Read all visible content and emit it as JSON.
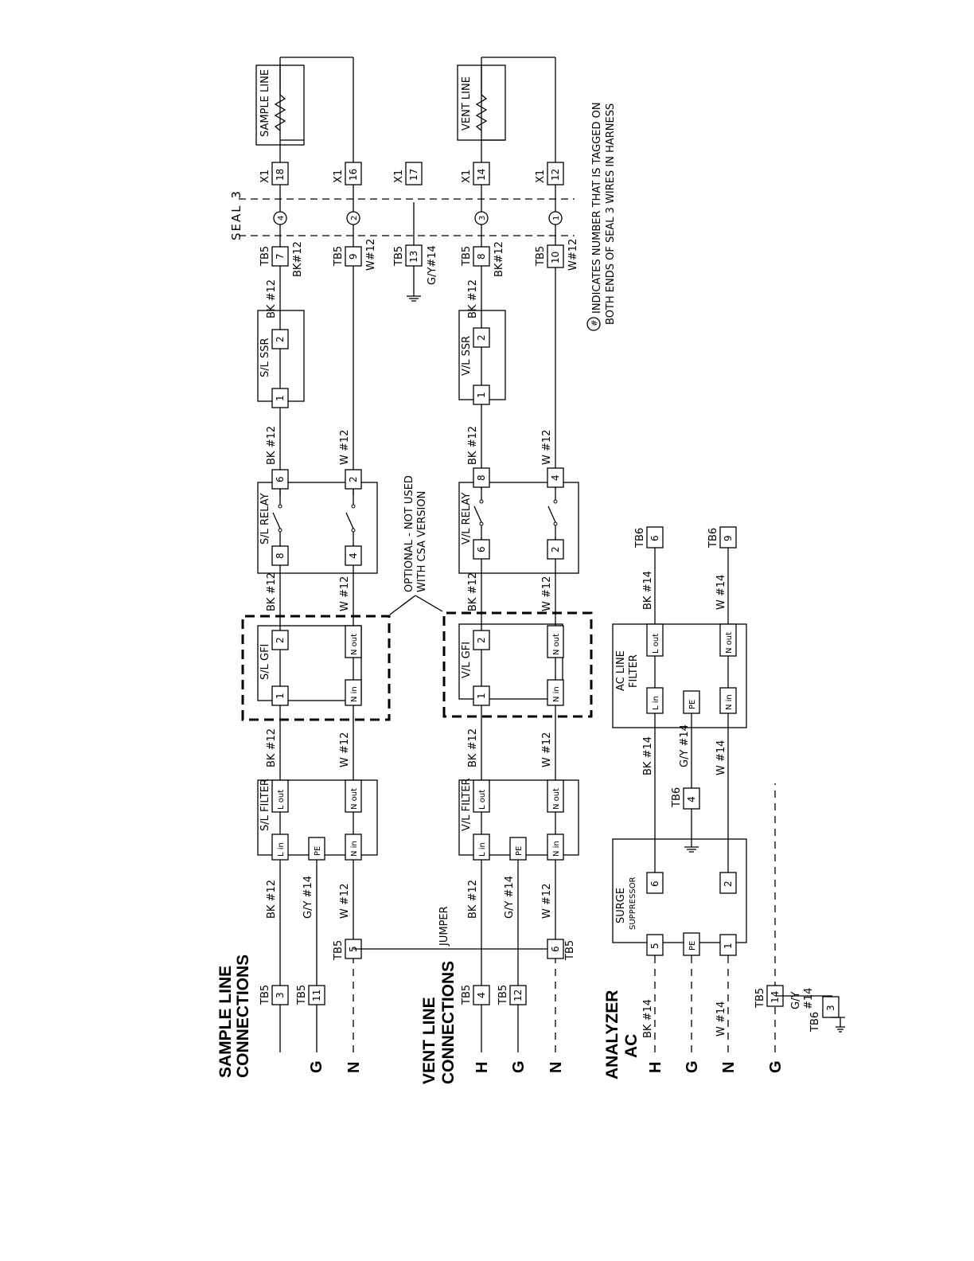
{
  "sections": {
    "sample": [
      "SAMPLE LINE",
      "CONNECTIONS"
    ],
    "vent": [
      "VENT LINE",
      "CONNECTIONS"
    ],
    "analyzer": [
      "ANALYZER",
      "AC"
    ]
  },
  "line_letters": {
    "h": "H",
    "g": "G",
    "n": "N"
  },
  "terminal_blocks": {
    "tb5": "TB5",
    "tb6": "TB6",
    "x1": "X1"
  },
  "seal": {
    "label": "SEAL 3"
  },
  "components": {
    "sample_line_heater": "SAMPLE LINE",
    "vent_line_heater": "VENT LINE",
    "sl_ssr": "S/L SSR",
    "vl_ssr": "V/L SSR",
    "sl_relay": "S/L RELAY",
    "vl_relay": "V/L RELAY",
    "sl_gfi": "S/L GFI",
    "vl_gfi": "V/L GFI",
    "sl_filter": "S/L FILTER",
    "vl_filter": "V/L FILTER",
    "ac_line_filter": [
      "AC LINE",
      "FILTER"
    ],
    "surge": [
      "SURGE",
      "SUPPRESSOR"
    ]
  },
  "pins": {
    "l_in": "L in",
    "l_out": "L out",
    "n_in": "N in",
    "n_out": "N out",
    "pe": "PE",
    "p1": "1",
    "p2": "2",
    "p3": "3",
    "p4": "4",
    "p5": "5",
    "p6": "6",
    "p7": "7",
    "p8": "8",
    "p9": "9",
    "p10": "10",
    "p11": "11",
    "p12": "12",
    "p13": "13",
    "p14": "14",
    "p16": "16",
    "p17": "17",
    "p18": "18"
  },
  "wires": {
    "bk12": "BK #12",
    "w12": "W #12",
    "gy14": "G/Y #14",
    "bk14": "BK #14",
    "w14": "W #14",
    "bk12_tight": "BK#12",
    "w12_tight": "W#12",
    "gy14_tight": "G/Y#14",
    "gy": "G/Y",
    "n14": "#14"
  },
  "jumper": "JUMPER",
  "optional_note": [
    "OPTIONAL - NOT USED",
    "WITH CSA VERSION"
  ],
  "legend": {
    "symbol": "#",
    "lines": [
      "INDICATES NUMBER THAT IS TAGGED ON",
      "BOTH ENDS OF SEAL 3 WIRES IN HARNESS"
    ]
  }
}
